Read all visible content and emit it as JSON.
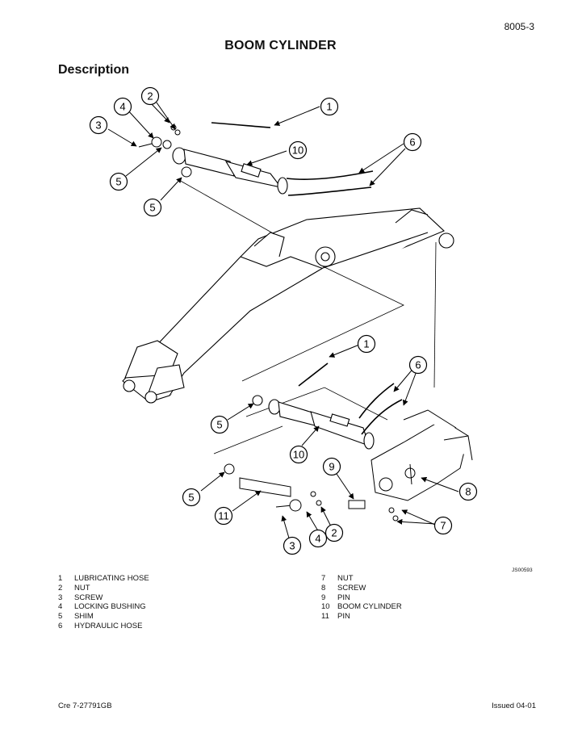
{
  "header": {
    "page_number": "8005-3",
    "title": "BOOM CYLINDER"
  },
  "section": {
    "heading": "Description"
  },
  "drawing": {
    "reference": "JS00593",
    "callouts": [
      "1",
      "2",
      "3",
      "4",
      "5",
      "5",
      "6",
      "10",
      "1",
      "6",
      "5",
      "10",
      "9",
      "8",
      "5",
      "11",
      "2",
      "4",
      "3",
      "7"
    ]
  },
  "parts": {
    "left": [
      {
        "num": "1",
        "label": "LUBRICATING HOSE"
      },
      {
        "num": "2",
        "label": "NUT"
      },
      {
        "num": "3",
        "label": "SCREW"
      },
      {
        "num": "4",
        "label": "LOCKING BUSHING"
      },
      {
        "num": "5",
        "label": "SHIM"
      },
      {
        "num": "6",
        "label": "HYDRAULIC HOSE"
      }
    ],
    "right": [
      {
        "num": "7",
        "label": "NUT"
      },
      {
        "num": "8",
        "label": "SCREW"
      },
      {
        "num": "9",
        "label": "PIN"
      },
      {
        "num": "10",
        "label": "BOOM CYLINDER"
      },
      {
        "num": "11",
        "label": "PIN"
      }
    ]
  },
  "footer": {
    "left": "Cre  7-27791GB",
    "right": "Issued 04-01"
  }
}
